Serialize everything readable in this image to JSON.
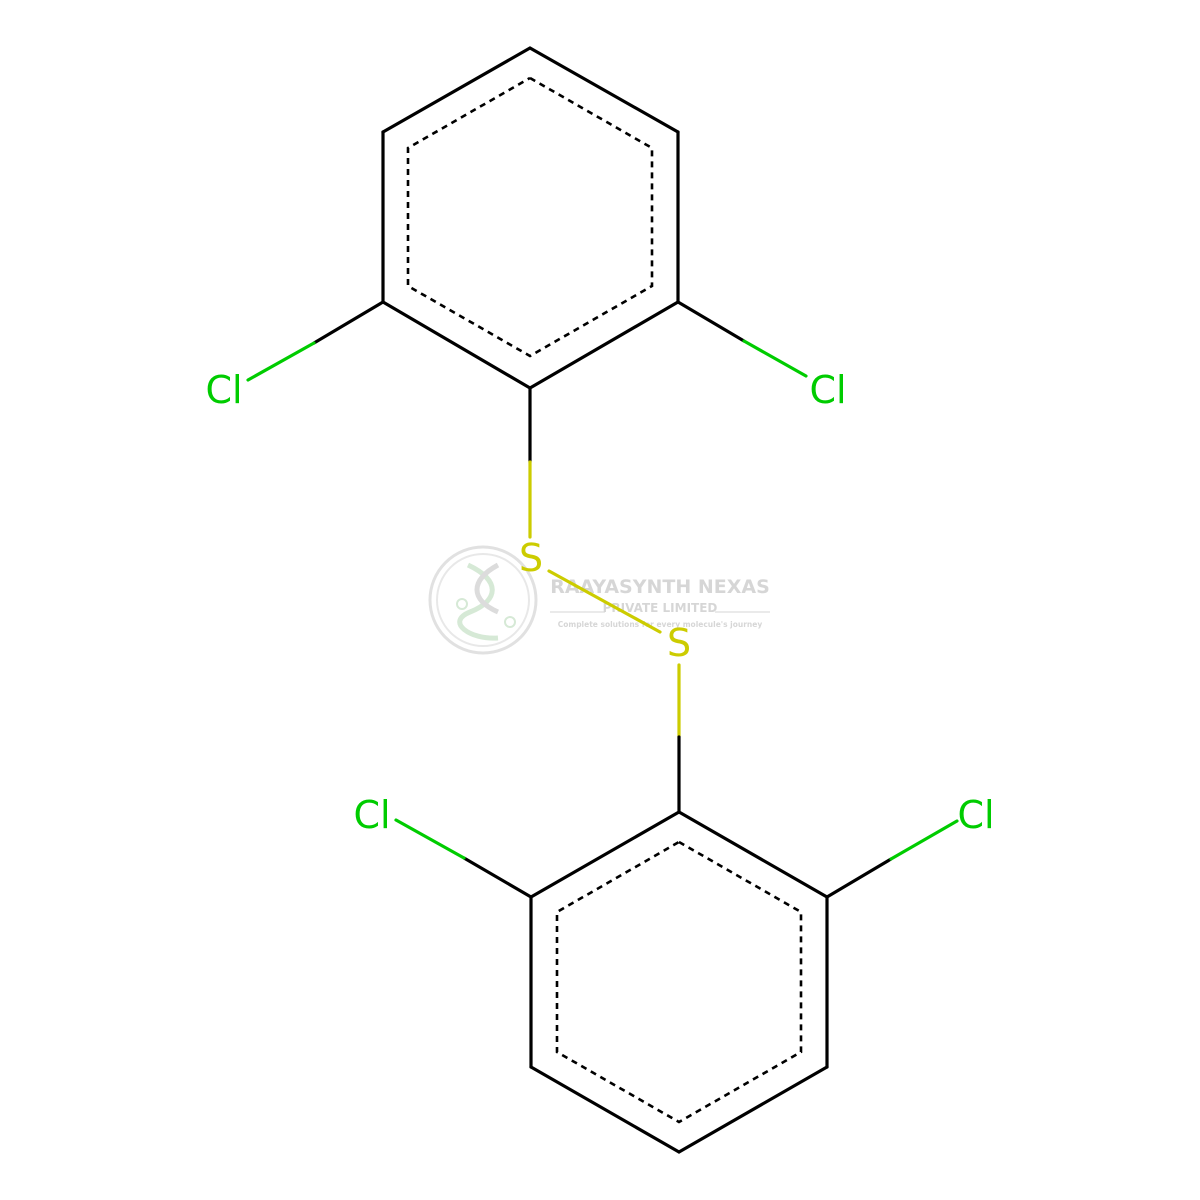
{
  "molecule": {
    "atoms": [
      {
        "id": "c1",
        "label": ""
      },
      {
        "id": "c2",
        "label": ""
      },
      {
        "id": "c3",
        "label": ""
      },
      {
        "id": "c4",
        "label": ""
      },
      {
        "id": "c5",
        "label": ""
      },
      {
        "id": "c6",
        "label": ""
      },
      {
        "id": "cl1",
        "label": "Cl"
      },
      {
        "id": "cl2",
        "label": "Cl"
      },
      {
        "id": "s1",
        "label": "S"
      },
      {
        "id": "s2",
        "label": "S"
      },
      {
        "id": "c7",
        "label": ""
      },
      {
        "id": "c8",
        "label": ""
      },
      {
        "id": "c9",
        "label": ""
      },
      {
        "id": "c10",
        "label": ""
      },
      {
        "id": "c11",
        "label": ""
      },
      {
        "id": "c12",
        "label": ""
      },
      {
        "id": "cl3",
        "label": "Cl"
      },
      {
        "id": "cl4",
        "label": "Cl"
      }
    ],
    "colors": {
      "carbon_bond": "#000000",
      "chlorine": "#00CC00",
      "sulfur": "#CCCC00"
    }
  },
  "watermark": {
    "company": "RAAYASYNTH NEXAS",
    "subtitle": "PRIVATE LIMITED",
    "tagline": "Complete solutions for every molecule's journey",
    "color": "#d0d0d0"
  }
}
